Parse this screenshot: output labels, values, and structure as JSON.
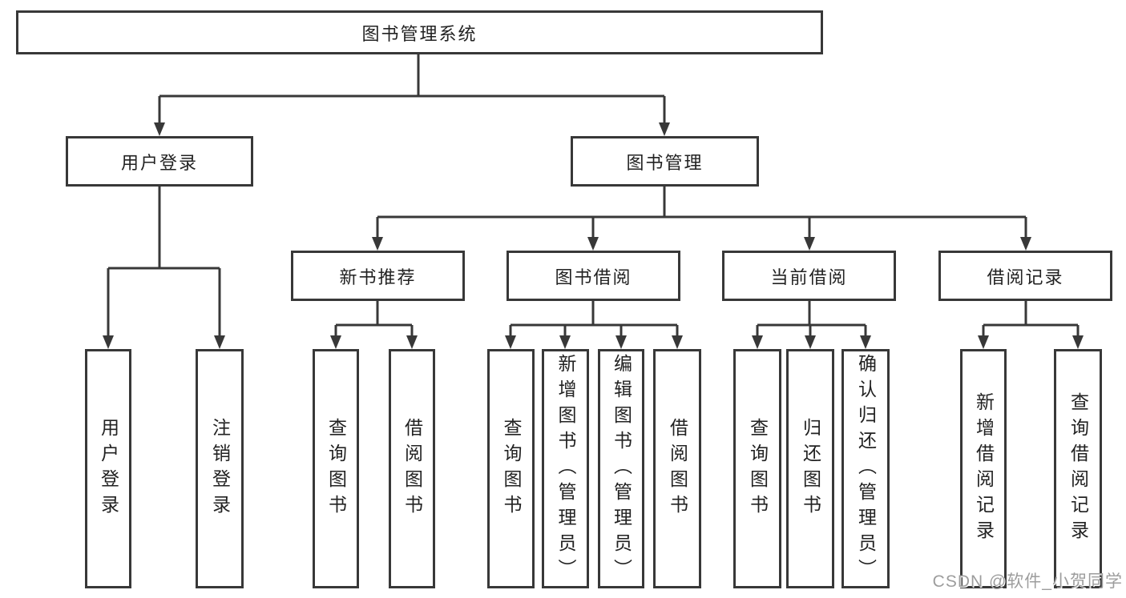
{
  "diagram": {
    "root": {
      "label": "图书管理系统"
    },
    "level1": [
      {
        "label": "用户登录",
        "children": [
          {
            "label": "用户登录"
          },
          {
            "label": "注销登录"
          }
        ]
      },
      {
        "label": "图书管理",
        "children": [
          {
            "label": "新书推荐",
            "children": [
              {
                "label": "查询图书"
              },
              {
                "label": "借阅图书"
              }
            ]
          },
          {
            "label": "图书借阅",
            "children": [
              {
                "label": "查询图书"
              },
              {
                "label": "新增图书（管理员）"
              },
              {
                "label": "编辑图书（管理员）"
              },
              {
                "label": "借阅图书"
              }
            ]
          },
          {
            "label": "当前借阅",
            "children": [
              {
                "label": "查询图书"
              },
              {
                "label": "归还图书"
              },
              {
                "label": "确认归还（管理员）"
              }
            ]
          },
          {
            "label": "借阅记录",
            "children": [
              {
                "label": "新增借阅记录"
              },
              {
                "label": "查询借阅记录"
              }
            ]
          }
        ]
      }
    ]
  },
  "watermark": {
    "text": "CSDN @软件_小贺同学"
  },
  "colors": {
    "line": "#383838",
    "text": "#222222",
    "watermark_text": "#9d9d9d",
    "background": "#ffffff"
  }
}
